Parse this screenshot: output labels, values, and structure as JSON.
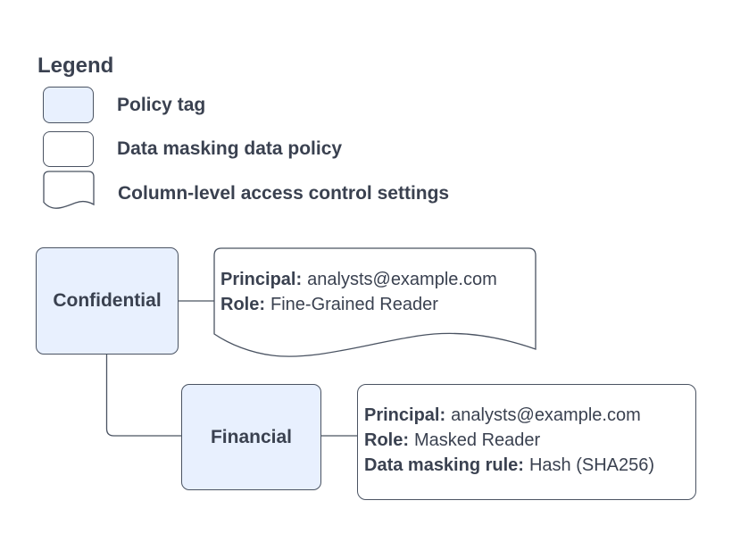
{
  "colors": {
    "policy_tag_fill": "#e8f0fe",
    "card_fill": "#ffffff",
    "stroke": "#4a5362",
    "text": "#3a4150"
  },
  "legend": {
    "title": "Legend",
    "items": [
      {
        "label": "Policy tag",
        "shape": "rounded-rect-blue"
      },
      {
        "label": "Data masking data policy",
        "shape": "rounded-rect-white"
      },
      {
        "label": "Column-level access control settings",
        "shape": "document-wave"
      }
    ]
  },
  "diagram": {
    "nodes": [
      {
        "id": "confidential",
        "label": "Confidential",
        "type": "policy-tag"
      },
      {
        "id": "financial",
        "label": "Financial",
        "type": "policy-tag",
        "parent": "confidential"
      }
    ],
    "cards": [
      {
        "id": "fine-grained-access",
        "type": "column-level-access-control-settings",
        "attached_to": "confidential",
        "lines": [
          {
            "label": "Principal:",
            "value": "analysts@example.com"
          },
          {
            "label": "Role:",
            "value": "Fine-Grained Reader"
          }
        ]
      },
      {
        "id": "masked-reader-policy",
        "type": "data-masking-data-policy",
        "attached_to": "financial",
        "lines": [
          {
            "label": "Principal:",
            "value": "analysts@example.com"
          },
          {
            "label": "Role:",
            "value": "Masked Reader"
          },
          {
            "label": "Data masking rule:",
            "value": "Hash (SHA256)"
          }
        ]
      }
    ]
  }
}
